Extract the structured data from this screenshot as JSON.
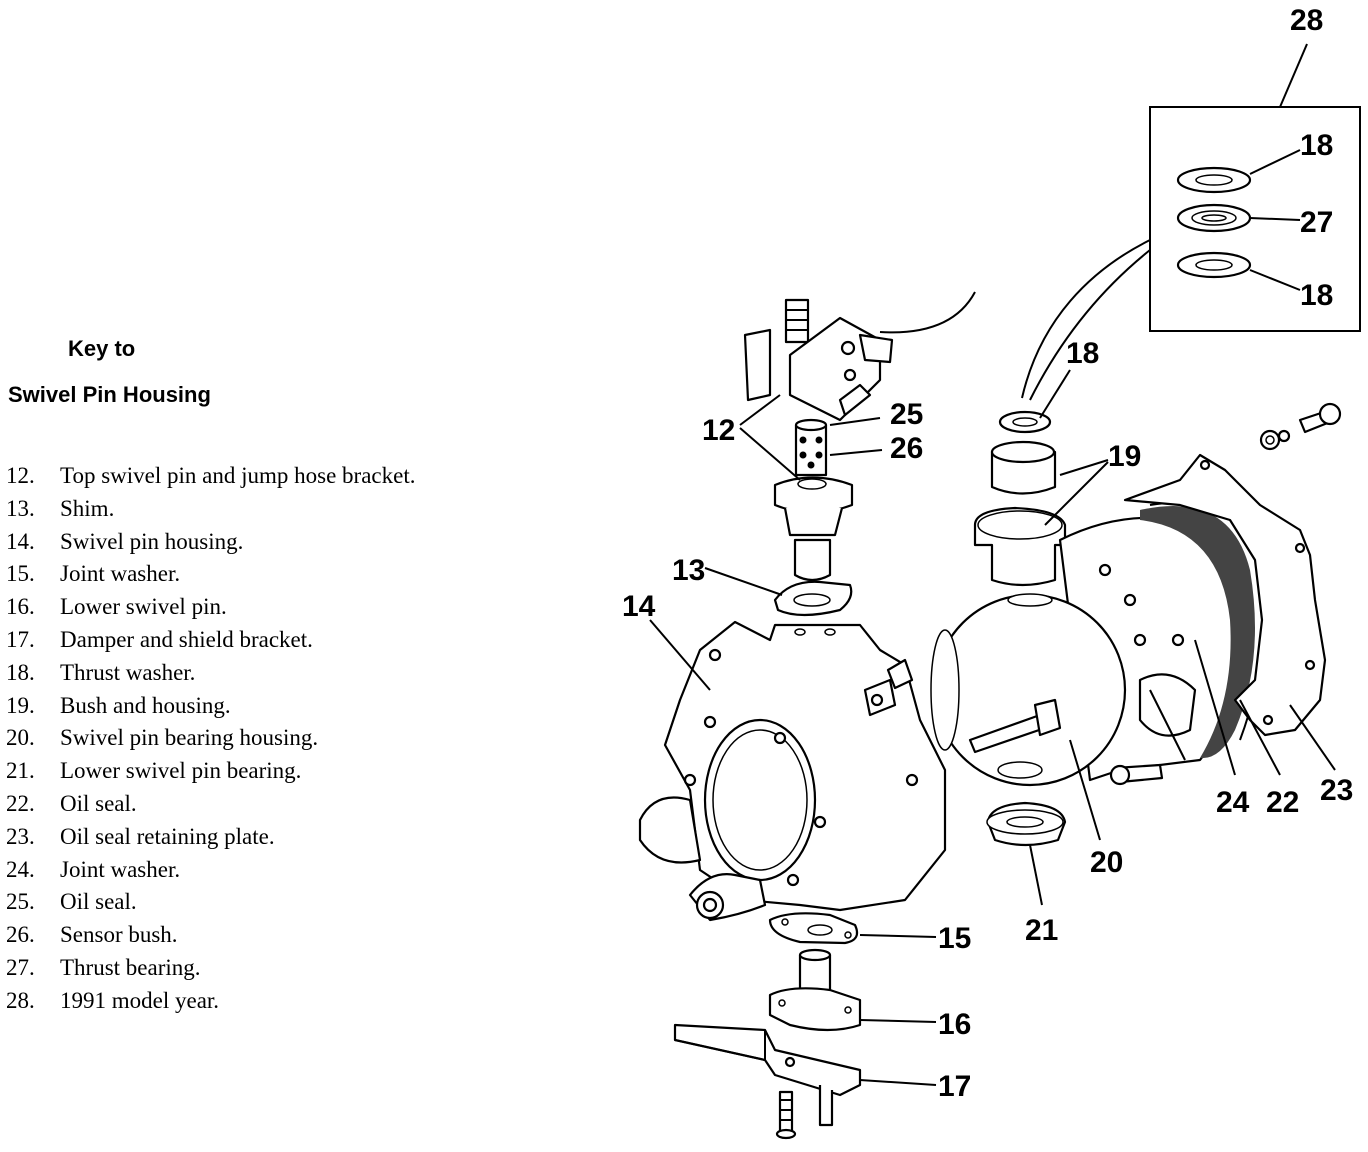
{
  "legend": {
    "heading_line1": "Key to",
    "heading_line2": "Swivel Pin Housing",
    "items": [
      {
        "num": "12.",
        "text": "Top swivel pin and jump hose bracket."
      },
      {
        "num": "13.",
        "text": "Shim."
      },
      {
        "num": "14.",
        "text": "Swivel pin housing."
      },
      {
        "num": "15.",
        "text": "Joint washer."
      },
      {
        "num": "16.",
        "text": "Lower swivel pin."
      },
      {
        "num": "17.",
        "text": "Damper and shield bracket."
      },
      {
        "num": "18.",
        "text": "Thrust washer."
      },
      {
        "num": "19.",
        "text": "Bush and housing."
      },
      {
        "num": "20.",
        "text": "Swivel pin bearing housing."
      },
      {
        "num": "21.",
        "text": "Lower swivel pin bearing."
      },
      {
        "num": "22.",
        "text": "Oil seal."
      },
      {
        "num": "23.",
        "text": "Oil seal retaining plate."
      },
      {
        "num": "24.",
        "text": "Joint washer."
      },
      {
        "num": "25.",
        "text": "Oil seal."
      },
      {
        "num": "26.",
        "text": "Sensor bush."
      },
      {
        "num": "27.",
        "text": "Thrust bearing."
      },
      {
        "num": "28.",
        "text": "1991 model year."
      }
    ]
  },
  "callouts": {
    "c12": "12",
    "c13": "13",
    "c14": "14",
    "c15": "15",
    "c16": "16",
    "c17": "17",
    "c18a": "18",
    "c18b": "18",
    "c18c": "18",
    "c19": "19",
    "c20": "20",
    "c21": "21",
    "c22": "22",
    "c23": "23",
    "c24": "24",
    "c25": "25",
    "c26": "26",
    "c27": "27",
    "c28": "28"
  }
}
